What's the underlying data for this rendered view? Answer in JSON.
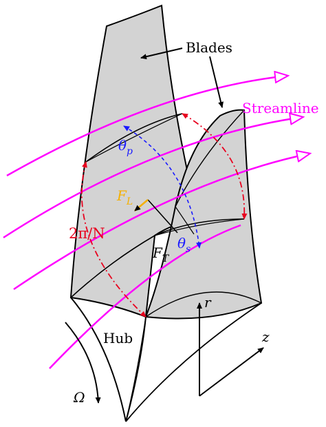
{
  "labels": {
    "blades": "Blades",
    "streamline": "Streamline",
    "hub": "Hub",
    "pitch": "2π/N",
    "omega": "Ω",
    "r_axis": "r",
    "z_axis": "z",
    "theta": "θ",
    "theta_p_sub": "p",
    "theta_s_sub": "s",
    "force_letter": "F",
    "force_lift_sub": "L",
    "force_tangential_sub": "T"
  },
  "colors": {
    "streamline": "#ff00ff",
    "pitch": "#e8001e",
    "theta": "#1a1aff",
    "lift_force": "#f5b000",
    "blade_fill": "#d3d3d3",
    "outline": "#000000"
  }
}
